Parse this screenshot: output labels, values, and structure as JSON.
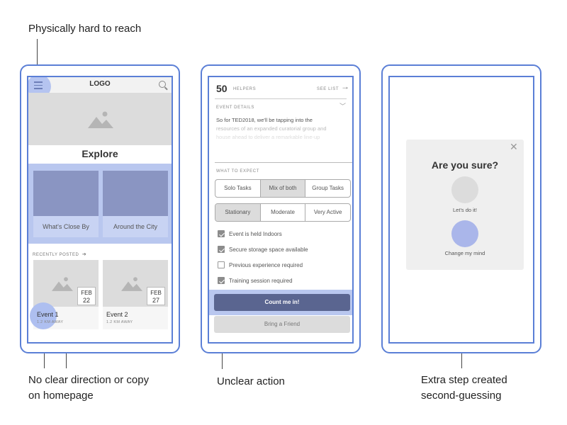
{
  "annotations": {
    "hard_to_reach": "Physically hard to reach",
    "no_direction_l1": "No clear direction or copy",
    "no_direction_l2": "on homepage",
    "unclear_action": "Unclear action",
    "extra_step_l1": "Extra step created",
    "extra_step_l2": "second-guessing"
  },
  "screen1": {
    "logo": "LOGO",
    "explore": "Explore",
    "cards": [
      "What's Close By",
      "Around the City"
    ],
    "recently_posted": "RECENTLY POSTED",
    "events": [
      {
        "month": "FEB",
        "day": "22",
        "title": "Event 1",
        "distance": "1.2 KM AWAY"
      },
      {
        "month": "FEB",
        "day": "27",
        "title": "Event 2",
        "distance": "1.2 KM AWAY"
      }
    ]
  },
  "screen2": {
    "helpers_count": "50",
    "helpers_label": "HELPERS",
    "see_list": "SEE LIST",
    "event_details": "EVENT DETAILS",
    "details_line1": "So for TED2018, we'll be tapping into the",
    "details_line2": "resources of an expanded curatorial group and",
    "details_line3": "house ahead to deliver a remarkable line-up",
    "what_to_expect": "WHAT TO EXPECT",
    "row1": [
      "Solo Tasks",
      "Mix of both",
      "Group Tasks"
    ],
    "row2": [
      "Stationary",
      "Moderate",
      "Very Active"
    ],
    "checks": [
      {
        "label": "Event is held Indoors",
        "checked": true
      },
      {
        "label": "Secure storage space available",
        "checked": true
      },
      {
        "label": "Previous experience required",
        "checked": false
      },
      {
        "label": "Training session required",
        "checked": true
      }
    ],
    "primary_button": "Count me in!",
    "secondary_button": "Bring a Friend"
  },
  "screen3": {
    "title": "Are you sure?",
    "option1": "Let's do it!",
    "option2": "Change my mind"
  },
  "colors": {
    "accent": "#5b7fd6",
    "highlight": "#b9c7ef",
    "primary_button": "#5a6590"
  }
}
